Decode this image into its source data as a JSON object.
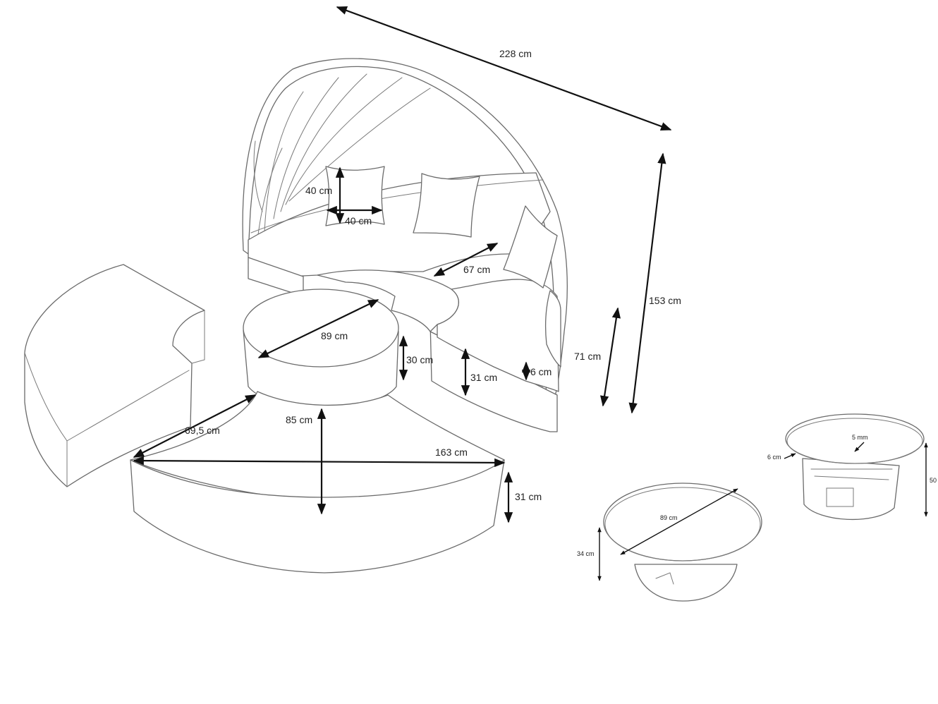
{
  "diagram": {
    "labels": {
      "overall_width": "228 cm",
      "overall_height": "153 cm",
      "pillow_height": "40 cm",
      "pillow_width": "40 cm",
      "seat_depth": "67 cm",
      "canopy_height": "71 cm",
      "table_diameter": "89 cm",
      "table_height": "30 cm",
      "base_height": "31 cm",
      "cushion_thickness": "6 cm",
      "segment_side": "69,5 cm",
      "segment_depth": "85 cm",
      "segment_width": "163 cm",
      "segment_height": "31 cm",
      "detail_table_diameter": "89 cm",
      "detail_table_height": "34 cm",
      "detail_glass": "5 mm",
      "detail_top": "6 cm",
      "detail_height": "50"
    }
  }
}
